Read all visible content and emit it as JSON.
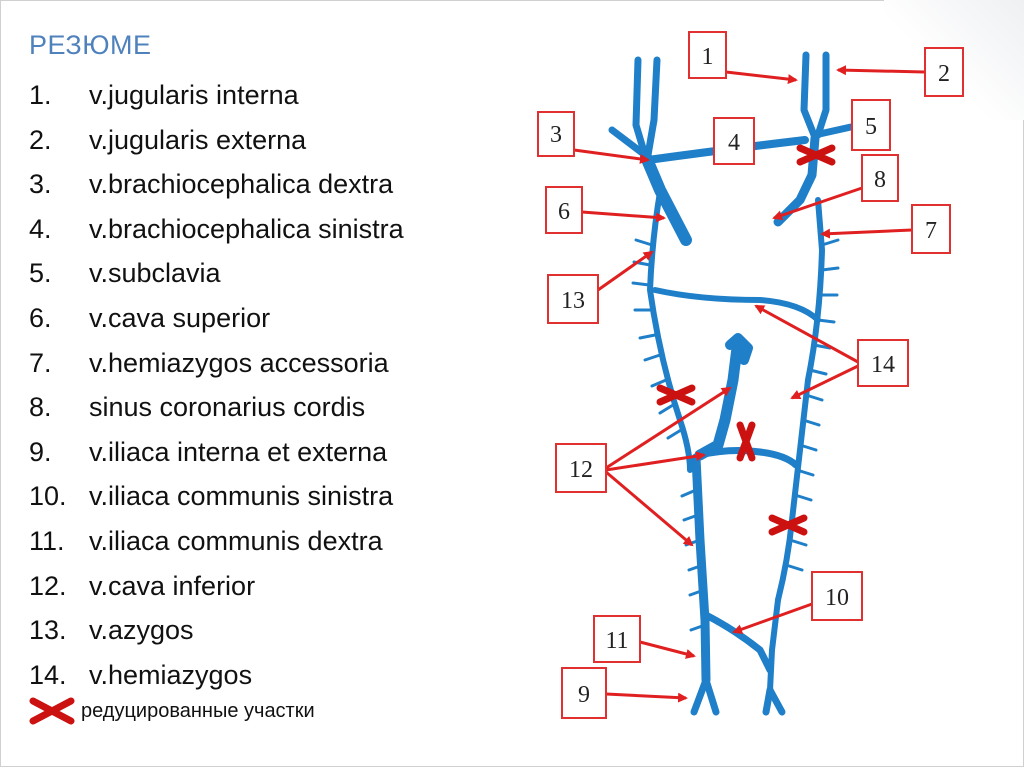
{
  "title": "РЕЗЮМЕ",
  "legend": [
    {
      "num": "1.",
      "text": "v.jugularis interna"
    },
    {
      "num": "2.",
      "text": "v.jugularis externa"
    },
    {
      "num": "3.",
      "text": "v.brachiocephalica dextra"
    },
    {
      "num": "4.",
      "text": "v.brachiocephalica sinistra"
    },
    {
      "num": "5.",
      "text": "v.subclavia"
    },
    {
      "num": "6.",
      "text": "v.cava superior"
    },
    {
      "num": "7.",
      "text": "v.hemiazygos accessoria"
    },
    {
      "num": "8.",
      "text": "sinus coronarius cordis"
    },
    {
      "num": "9.",
      "text": "v.iliaca interna et externa"
    },
    {
      "num": "10.",
      "text": "v.iliaca communis sinistra"
    },
    {
      "num": "11.",
      "text": "v.iliaca communis dextra"
    },
    {
      "num": "12.",
      "text": "v.cava inferior"
    },
    {
      "num": "13.",
      "text": "v.azygos"
    },
    {
      "num": "14.",
      "text": "v.hemiazygos"
    }
  ],
  "reduced_note": "редуцированные участки",
  "diagram_labels": [
    "1",
    "2",
    "3",
    "4",
    "5",
    "6",
    "7",
    "8",
    "9",
    "10",
    "11",
    "12",
    "13",
    "14"
  ],
  "colors": {
    "title": "#4f81bd",
    "vein": "#1f7fc8",
    "arrow": "#e02020",
    "cross": "#cc1111",
    "box_border": "#e03030"
  },
  "icons": {
    "reduced": "red-cross-icon"
  }
}
